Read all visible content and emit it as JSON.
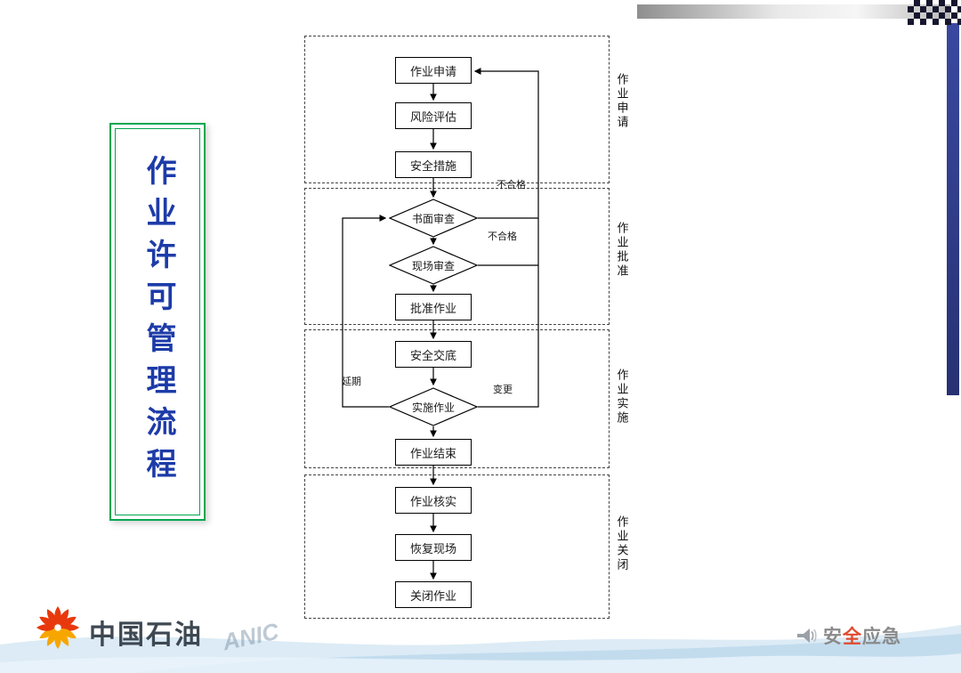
{
  "title": {
    "text": "作业许可管理流程"
  },
  "flowchart": {
    "sections": [
      {
        "side_label": "作业申请"
      },
      {
        "side_label": "作业批准"
      },
      {
        "side_label": "作业实施"
      },
      {
        "side_label": "作业关闭"
      }
    ],
    "nodes": {
      "apply": "作业申请",
      "risk": "风险评估",
      "measures": "安全措施",
      "paper_review": "书面审查",
      "site_review": "现场审查",
      "approve": "批准作业",
      "briefing": "安全交底",
      "implement": "实施作业",
      "finish": "作业结束",
      "verify": "作业核实",
      "restore": "恢复现场",
      "close": "关闭作业"
    },
    "edge_labels": {
      "fail_paper": "不合格",
      "fail_site": "不合格",
      "postpone": "延期",
      "change": "变更"
    }
  },
  "footer": {
    "brand": "中国石油",
    "watermark": {
      "pre": "安",
      "highlight": "全",
      "post": "应急"
    },
    "wave_text": "ANIC"
  },
  "colors": {
    "title_blue": "#1d3ba8",
    "border_green": "#00a651",
    "accent_blue": "#2e3e92",
    "brand_red": "#e8380d",
    "brand_orange": "#f7a600"
  }
}
